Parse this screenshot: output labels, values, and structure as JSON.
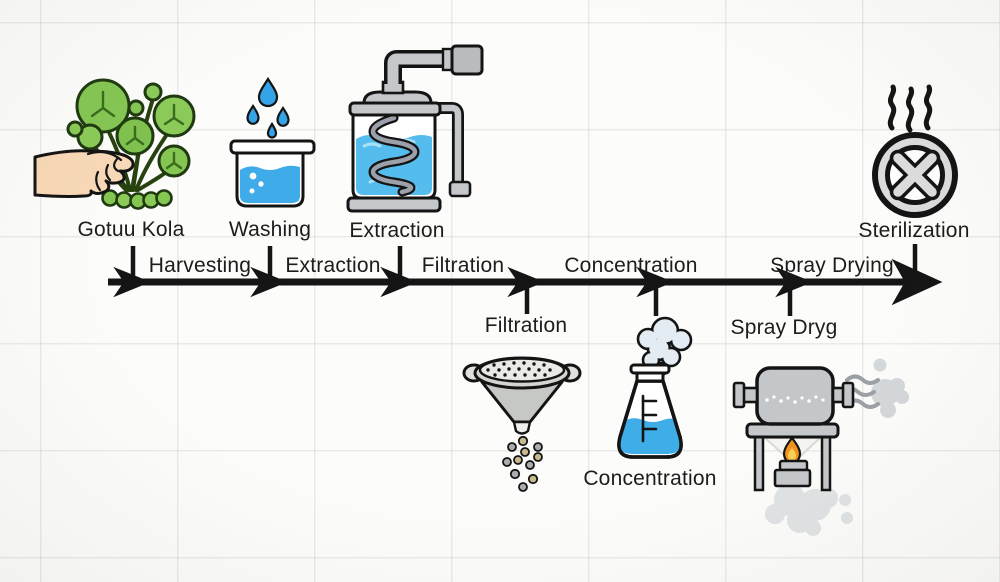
{
  "diagram_type": "process-flow-timeline",
  "top_items": [
    {
      "label": "Gotuu Kola",
      "icon": "hand-harvesting-gotu-kola-icon"
    },
    {
      "label": "Washing",
      "icon": "washing-beaker-icon"
    },
    {
      "label": "Extraction",
      "icon": "extraction-machine-icon"
    },
    {
      "label": "Sterilization",
      "icon": "sterilization-icon"
    }
  ],
  "timeline": {
    "direction": "left-to-right",
    "stages": [
      "Harvesting",
      "Extraction",
      "Filtration",
      "Concentration",
      "Spray Drying"
    ]
  },
  "bottom_items": [
    {
      "label": "Filtration",
      "icon": "filtration-funnel-icon"
    },
    {
      "label": "Concentration",
      "icon": "concentration-flask-icon"
    },
    {
      "label": "Spray Dryg",
      "icon": "spray-dryer-icon"
    }
  ],
  "colors": {
    "ink": "#1b1b1b",
    "leaf_green": "#85c653",
    "water_blue": "#45aee8",
    "metal_gray": "#c5c8cb",
    "skin": "#f8d8b6",
    "flame_orange": "#f2931f",
    "flame_yellow": "#fbd054",
    "smoke_gray": "#d9dcde",
    "steam_blue": "#e3ecf2",
    "particle_tan": "#c9b98e",
    "particle_gray": "#a9adb0"
  }
}
